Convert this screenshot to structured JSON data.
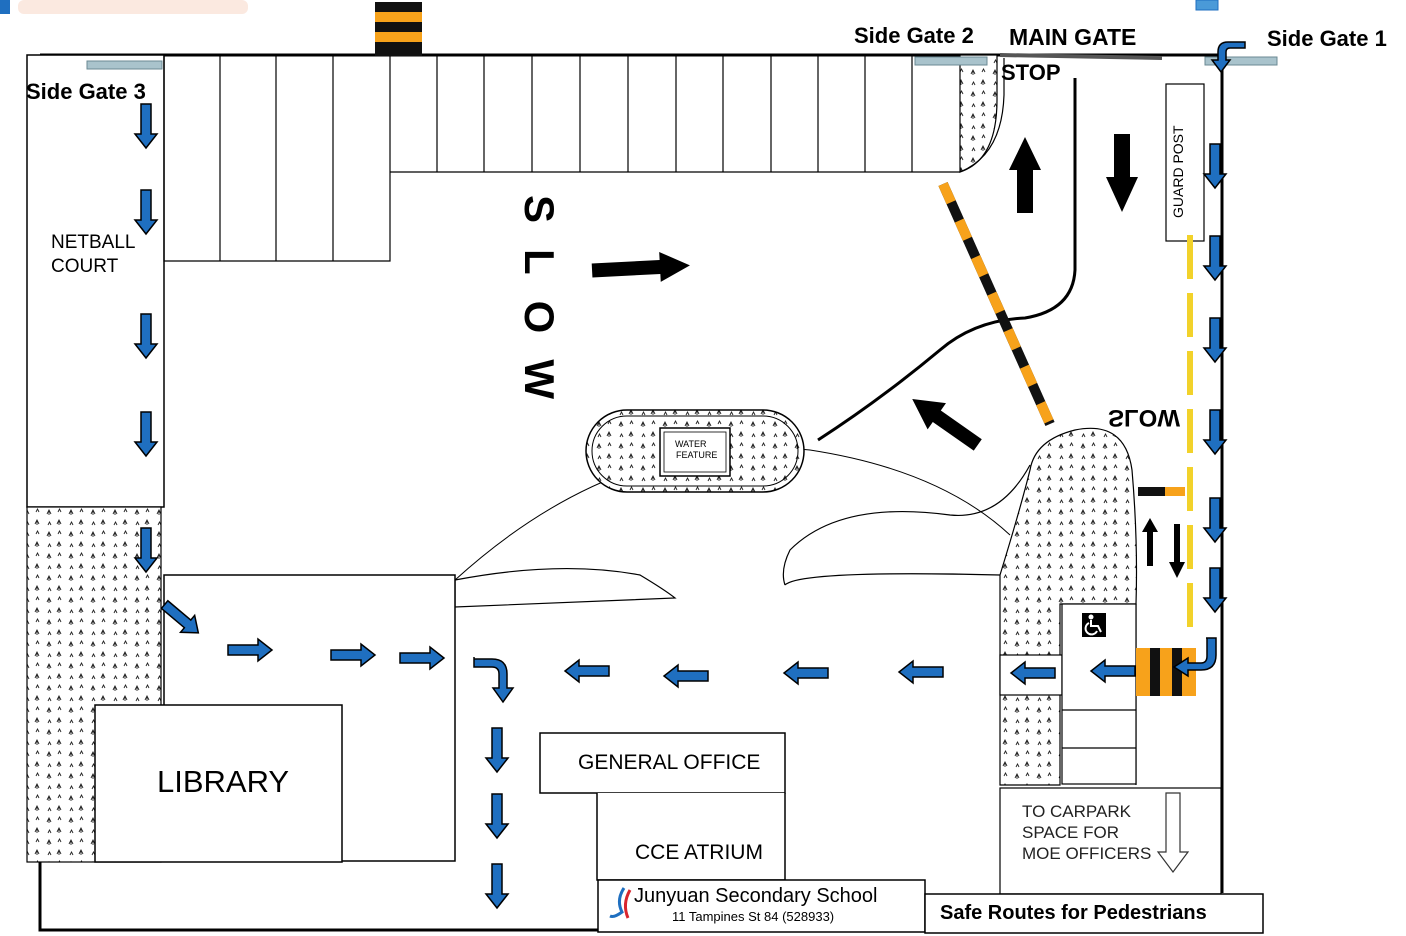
{
  "gates": {
    "side_gate_1": "Side Gate 1",
    "side_gate_2": "Side Gate 2",
    "side_gate_3": "Side Gate 3",
    "main_gate": "MAIN GATE"
  },
  "road_markings": {
    "stop": "STOP",
    "slow_vertical": "SLOW",
    "slow_upside_down": "SLOW"
  },
  "areas": {
    "netball_court": [
      "NETBALL",
      "COURT"
    ],
    "library": "LIBRARY",
    "general_office": "GENERAL OFFICE",
    "cce_atrium": "CCE ATRIUM",
    "guard_post": "GUARD POST",
    "water_feature": [
      "WATER",
      "FEATURE"
    ],
    "carpark_note": [
      "TO CARPARK",
      "SPACE FOR",
      "MOE OFFICERS"
    ]
  },
  "school": {
    "name": "Junyuan Secondary School",
    "address": "11 Tampines St 84 (528933)"
  },
  "legend_title": "Safe Routes for Pedestrians",
  "colors": {
    "route_arrow": "#1f6fc0",
    "barrier_orange": "#f7a21b",
    "barrier_black": "#111111",
    "yellow_line": "#f2d22a",
    "gate_grey": "#a9c3cc"
  },
  "icons": {
    "accessibility": "wheelchair-icon",
    "route": "blue-arrow-icon"
  }
}
